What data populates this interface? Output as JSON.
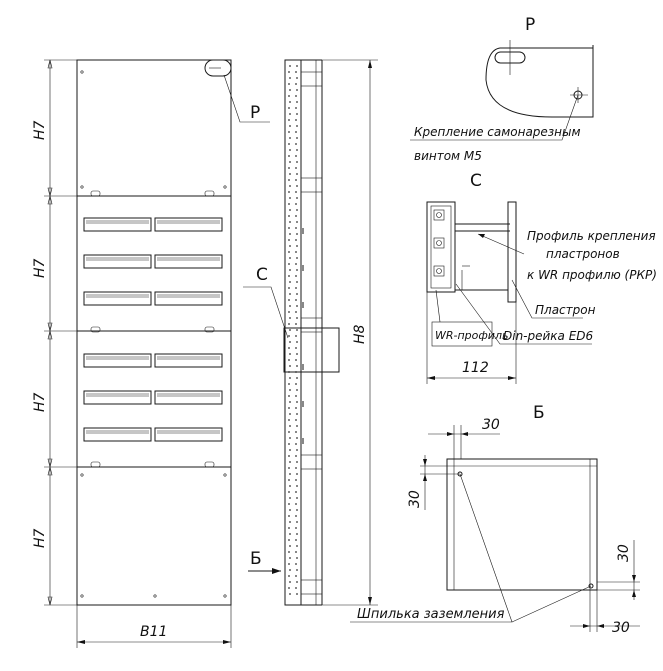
{
  "dimensions": {
    "h7_a": "H7",
    "h7_b": "H7",
    "h7_c": "H7",
    "h7_d": "H7",
    "h8": "H8",
    "b11": "B11",
    "d112": "112",
    "d30_top": "30",
    "d30_left": "30",
    "d30_right": "30",
    "d30_bottom": "30"
  },
  "markers": {
    "p_main": "Р",
    "p_detail": "Р",
    "c_main": "С",
    "c_detail": "С",
    "b_main": "Б",
    "b_detail": "Б"
  },
  "labels": {
    "fastening_line1": "Крепление самонарезным",
    "fastening_line2": "винтом М5",
    "profile_line1": "Профиль крепления",
    "profile_line2": "пластронов",
    "profile_line3": "к WR профилю (РКР)",
    "plastron": "Пластрон",
    "wr_profile": "WR-профиль",
    "din_rail": "Din-рейка ED6",
    "grounding": "Шпилька заземления"
  }
}
